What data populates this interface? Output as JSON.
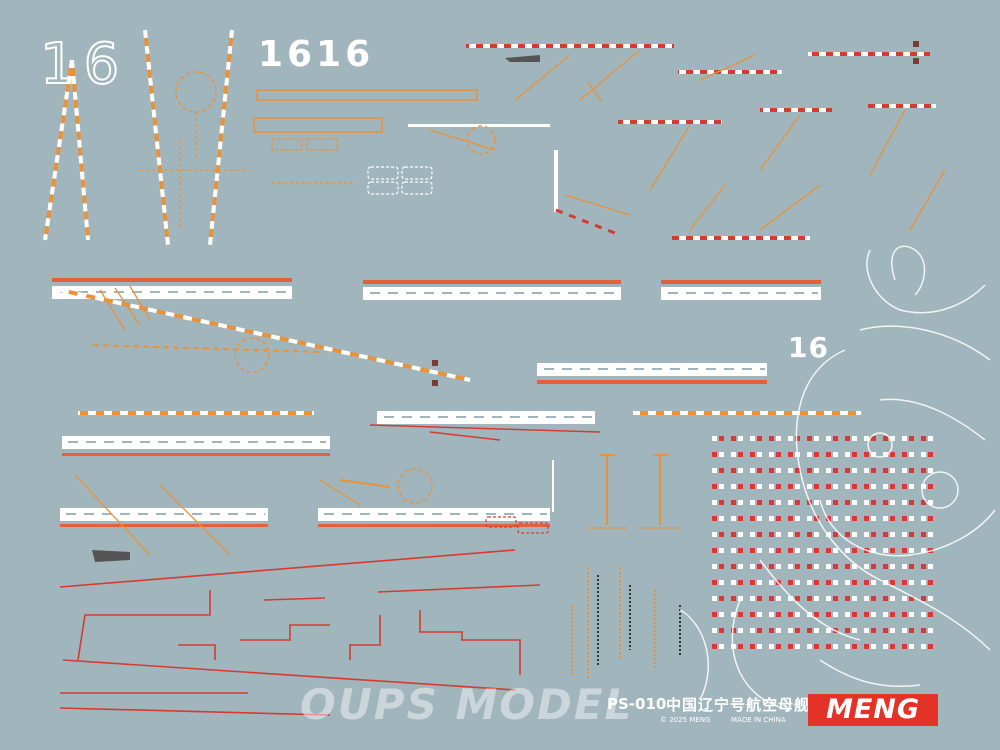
{
  "sheet": {
    "outline_number": "16",
    "hull_numbers_large": "1616",
    "small_number": "16",
    "product_code": "PS-010",
    "title": "中国辽宁号航空母舰",
    "copyright": "© 2025 MENG",
    "made_in": "MADE IN CHINA",
    "logo": "MENG",
    "watermark": "OUPS MODEL"
  },
  "colors": {
    "background": "#a1b5bc",
    "stripe_orange": "#e8923a",
    "stripe_red": "#d63b32",
    "white": "#ffffff",
    "logo_red": "#e53227"
  }
}
